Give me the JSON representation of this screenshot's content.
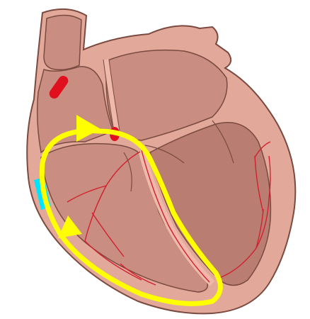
{
  "diagram": {
    "colors": {
      "background": "#ffffff",
      "heart_wall": "#e2a89a",
      "heart_wall_light": "#efc1b3",
      "chamber": "#c98e81",
      "chamber_dark": "#b97d71",
      "outline": "#7a4a40",
      "septum": "#eeb9ab",
      "conduction_red": "#d2202e",
      "node_red": "#e0101e",
      "reentry_yellow": "#ffff00",
      "block_cyan": "#00e5ff"
    },
    "icons": [
      "sinoatrial-node-mark",
      "atrioventricular-node-mark",
      "reentry-loop-arrows",
      "conduction-block-mark"
    ]
  }
}
